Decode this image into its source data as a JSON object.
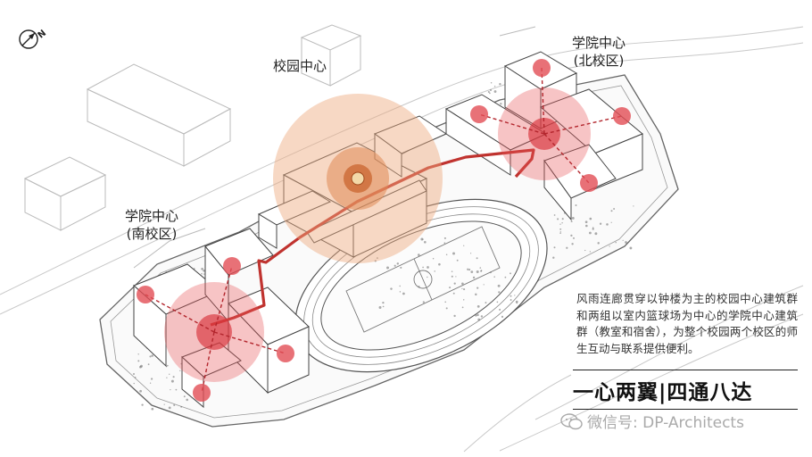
{
  "labels": {
    "campus_center": "校园中心",
    "north_center_line1": "学院中心",
    "north_center_line2": "(北校区)",
    "south_center_line1": "学院中心",
    "south_center_line2": "(南校区)"
  },
  "description": "风雨连廊贯穿以钟楼为主的校园中心建筑群和两组以室内篮球场为中心的学院中心建筑群（教室和宿舍），为整个校园两个校区的师生互动与联系提供便利。",
  "slogan": "一心两翼|四通八达",
  "watermark": "微信号: DP-Architects",
  "compass": {
    "north_glyph": "N"
  },
  "colors": {
    "corridor": "#c0332f",
    "center_halo": "#eda97d",
    "college_halo": "#e8555a",
    "linework": "#555555"
  }
}
